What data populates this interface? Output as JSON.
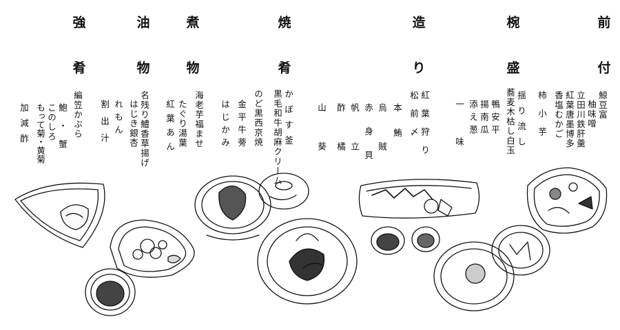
{
  "courses": [
    {
      "label": "前付"
    },
    {
      "label": "椀盛"
    },
    {
      "label": "造り"
    },
    {
      "label": "焼肴"
    },
    {
      "label": "煮物"
    },
    {
      "label": "油物"
    },
    {
      "label": "強肴"
    }
  ],
  "items": [
    "鯨豆富",
    "柚味噌",
    "立田川鉄肝羹",
    "紅葉唐墨博多",
    "香塩むかご",
    "柿小芋",
    "揺り流し",
    "蕎麦木枯し白玉",
    "鴨安平",
    "揚南瓜",
    "添え葱",
    "一味",
    "紅葉狩り",
    "松前〆",
    "本鮪",
    "烏賊",
    "赤身貝",
    "帆立",
    "酢橘",
    "山葵",
    "かぼす釜",
    "黒毛和牛胡麻クリーム",
    "のど黒西京焼",
    "金平牛蒡",
    "はじかみ",
    "海老芋福ませ",
    "たぐり湯葉",
    "紅葉あん",
    "名残り鱧香草揚げ",
    "はじき銀杏",
    "れもん",
    "割出汁",
    "編笠かぶら",
    "鮑・蟹",
    "このしろ",
    "もって菊・黄菊",
    "加減酢"
  ]
}
